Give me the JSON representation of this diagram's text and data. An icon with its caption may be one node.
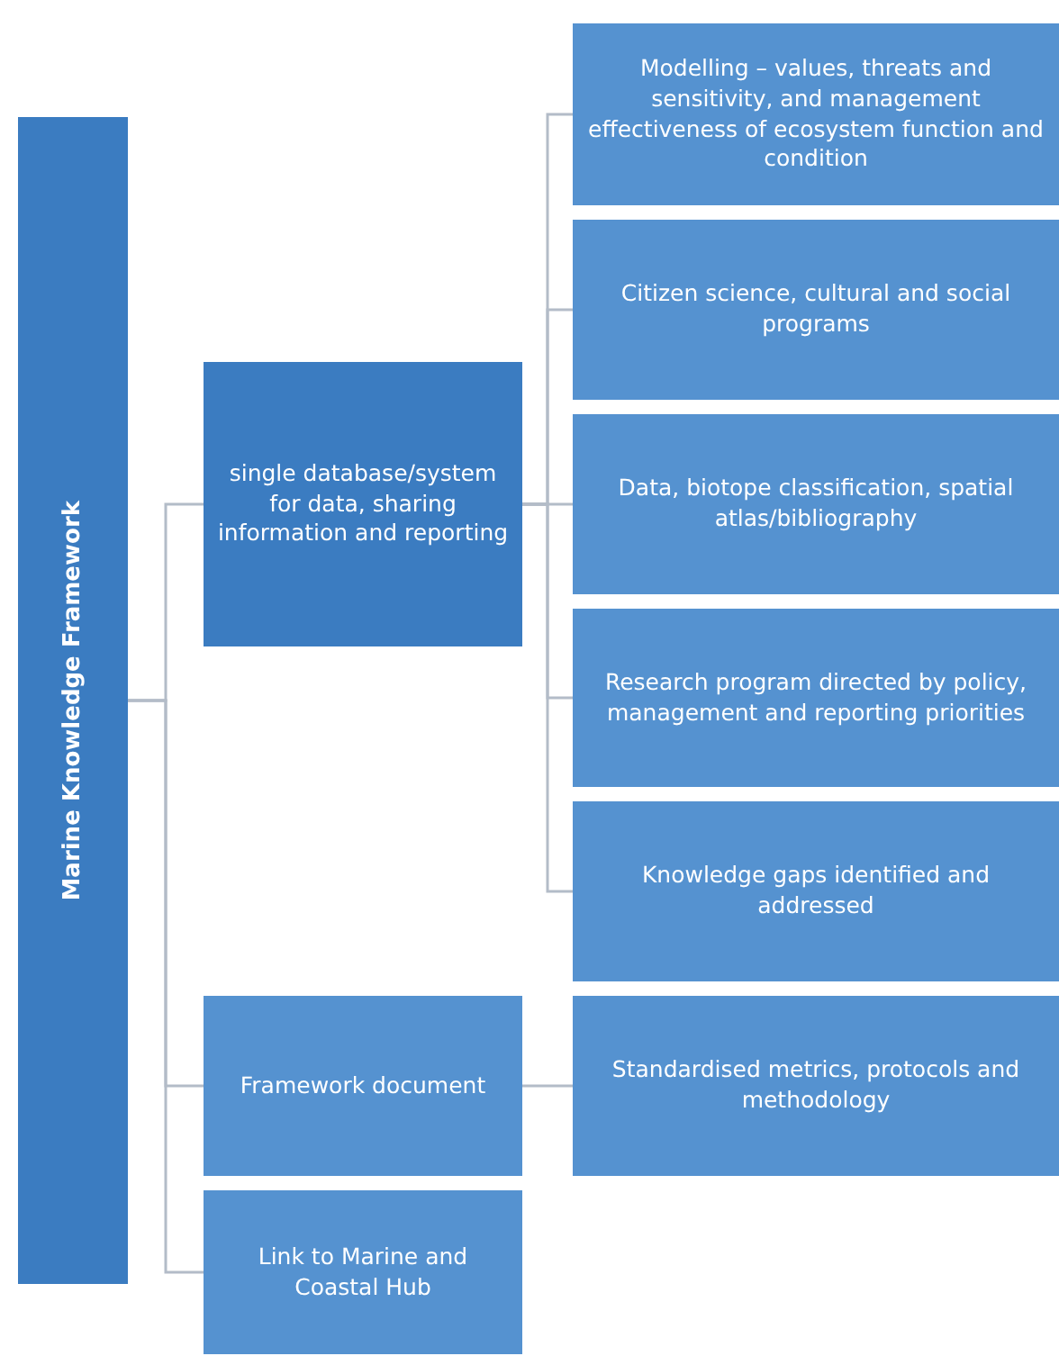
{
  "diagram": {
    "nodes": [
      {
        "text": [
          "Marine Knowledge Framework"
        ]
      },
      {
        "text": [
          "single database/system for data, sharing information and reporting"
        ]
      },
      {
        "text": [
          "Modelling – values, threats and sensitivity, and management effectiveness of ecosystem function and condition"
        ]
      },
      {
        "text": [
          "Citizen science, cultural and social programs"
        ]
      },
      {
        "text": [
          "Data, biotope classification, spatial atlas/bibliography"
        ]
      },
      {
        "text": [
          "Research program directed by policy, management and reporting priorities"
        ]
      },
      {
        "text": [
          "Knowledge gaps identified and addressed"
        ]
      },
      {
        "text": [
          "Framework document"
        ]
      },
      {
        "text": [
          "Standardised metrics, protocols and methodology"
        ]
      },
      {
        "text": [
          "Link to Marine and Coastal Hub"
        ]
      }
    ],
    "edges": [
      {
        "from": 0,
        "to": 1,
        "arrow": "none"
      },
      {
        "from": 0,
        "to": 7,
        "arrow": "none"
      },
      {
        "from": 0,
        "to": 9,
        "arrow": "none"
      },
      {
        "from": 1,
        "to": 2,
        "arrow": "none"
      },
      {
        "from": 1,
        "to": 3,
        "arrow": "none"
      },
      {
        "from": 1,
        "to": 4,
        "arrow": "none"
      },
      {
        "from": 1,
        "to": 5,
        "arrow": "none"
      },
      {
        "from": 1,
        "to": 6,
        "arrow": "none"
      },
      {
        "from": 7,
        "to": 8,
        "arrow": "none"
      }
    ]
  }
}
